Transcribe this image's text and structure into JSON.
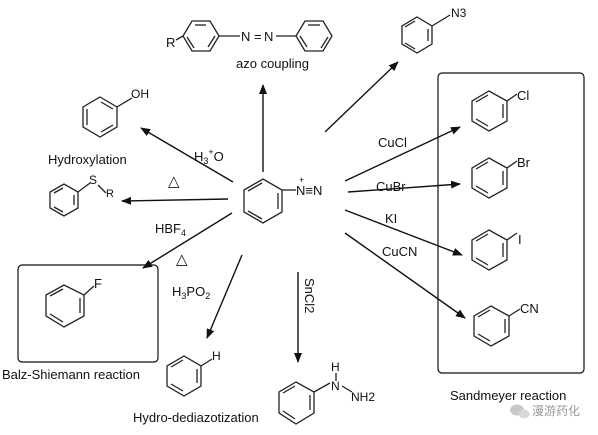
{
  "labels": {
    "azo_coupling": "azo coupling",
    "hydroxylation": "Hydroxylation",
    "balz_schiemann": "Balz-Shiemann reaction",
    "hydro_dediazotization": "Hydro-dediazotization",
    "sandmeyer": "Sandmeyer reaction"
  },
  "reagents": {
    "h3o": "H3+O",
    "heat_symbol": "△",
    "hbf4": "HBF4",
    "h3po2": "H3PO2",
    "sncl2": "SnCl2",
    "cucl": "CuCl",
    "cubr": "CuBr",
    "ki": "KI",
    "cucn": "CuCN"
  },
  "atoms": {
    "azo_r": "R",
    "azo_n1": "N",
    "azo_eq": "=",
    "azo_n2": "N",
    "azide": "N3",
    "oh": "OH",
    "s": "S",
    "r": "R",
    "f": "F",
    "h": "H",
    "nh2": "NH2",
    "hydrazine_h": "H",
    "hydrazine_n": "N",
    "cl": "Cl",
    "br": "Br",
    "i": "I",
    "cn": "CN",
    "diazonium": "N≡N",
    "plus": "+"
  },
  "watermark": "漫游药化"
}
